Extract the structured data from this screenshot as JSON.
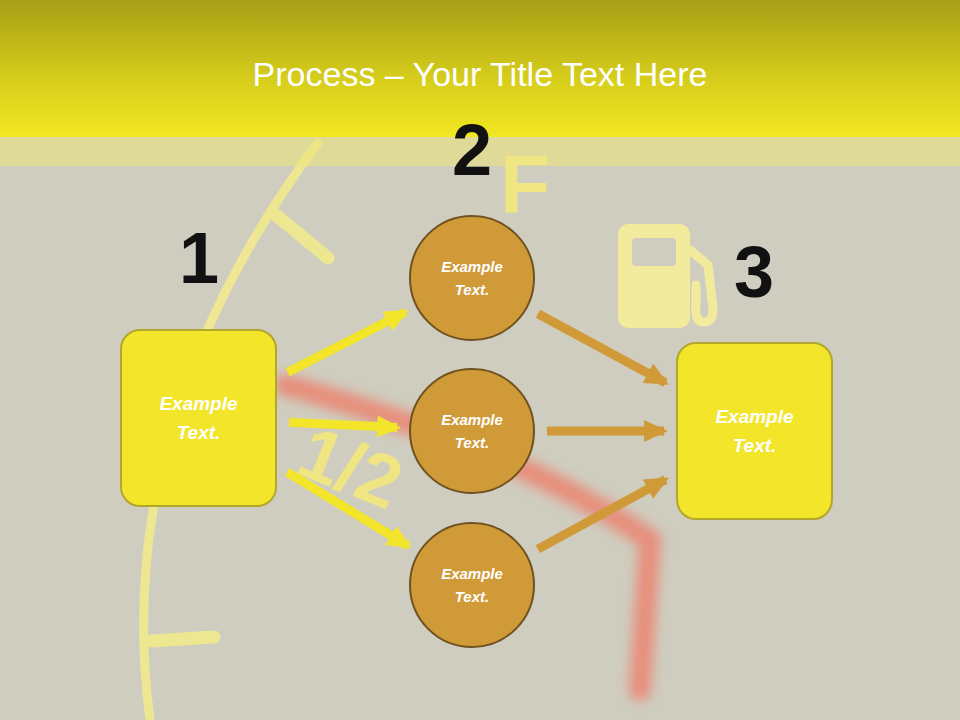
{
  "diagram": {
    "title": "Process – Your Title Text Here",
    "nodes": [
      {
        "text": [
          "Example Text."
        ]
      },
      {
        "text": [
          "Example Text."
        ]
      },
      {
        "text": [
          "Example Text."
        ]
      },
      {
        "text": [
          "Example Text."
        ]
      },
      {
        "text": [
          "Example Text."
        ]
      }
    ],
    "edges": [
      {
        "from": 0,
        "to": 1,
        "arrow": "to"
      },
      {
        "from": 0,
        "to": 2,
        "arrow": "to"
      },
      {
        "from": 0,
        "to": 3,
        "arrow": "to"
      },
      {
        "from": 1,
        "to": 4,
        "arrow": "to"
      },
      {
        "from": 2,
        "to": 4,
        "arrow": "to"
      },
      {
        "from": 3,
        "to": 4,
        "arrow": "to"
      }
    ],
    "labels": [
      "1",
      "2",
      "3",
      "F",
      "1/2"
    ]
  }
}
